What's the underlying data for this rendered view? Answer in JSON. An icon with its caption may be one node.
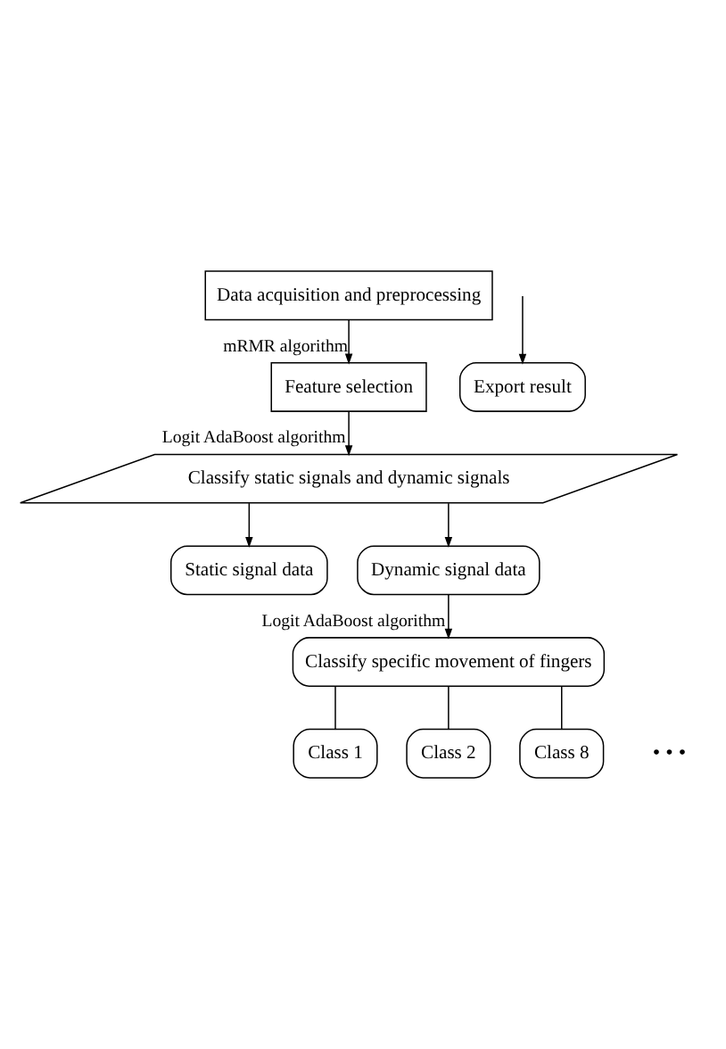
{
  "diagram": {
    "nodes": [
      {
        "text": [
          "Data acquisition and preprocessing"
        ]
      },
      {
        "text": [
          "Feature selection"
        ]
      },
      {
        "text": [
          "Classify static signals and dynamic signals"
        ]
      },
      {
        "text": [
          "Static signal data"
        ]
      },
      {
        "text": [
          "Dynamic signal data"
        ]
      },
      {
        "text": [
          "Classify specific movement of fingers"
        ]
      },
      {
        "text": [
          "Class 1"
        ]
      },
      {
        "text": [
          "Class 2"
        ]
      },
      {
        "text": [
          "Class 8"
        ]
      },
      {
        "text": [
          "Export result"
        ]
      }
    ],
    "edges": [
      {
        "from": 0,
        "to": 1,
        "arrow": "to",
        "label": "mRMR algorithm"
      },
      {
        "from": 1,
        "to": 2,
        "arrow": "to",
        "label": "Logit AdaBoost algorithm"
      },
      {
        "from": 2,
        "to": 3,
        "arrow": "to"
      },
      {
        "from": 2,
        "to": 4,
        "arrow": "to"
      },
      {
        "from": 4,
        "to": 5,
        "arrow": "to",
        "label": "Logit AdaBoost algorithm"
      },
      {
        "from": 5,
        "to": 6,
        "arrow": "none"
      },
      {
        "from": 5,
        "to": 7,
        "arrow": "none"
      },
      {
        "from": 5,
        "to": 8,
        "arrow": "none"
      },
      {
        "from": null,
        "to": 9,
        "arrow": "to"
      }
    ],
    "labels": [
      "• • •"
    ]
  }
}
